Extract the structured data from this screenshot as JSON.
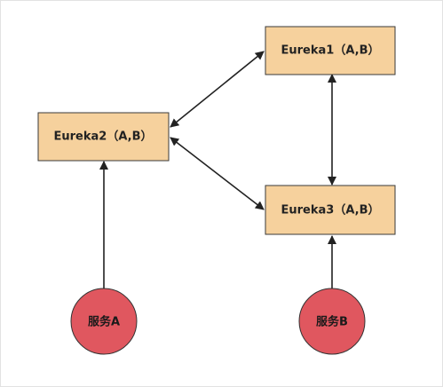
{
  "colors": {
    "background": "#ffffff",
    "frame": "#e2e2e2",
    "box_fill": "#f6d19d",
    "box_stroke": "#3a3a3a",
    "circle_fill": "#e0575f",
    "circle_stroke": "#333333",
    "arrow": "#222222"
  },
  "nodes": {
    "eureka1": "Eureka1（A,B）",
    "eureka2": "Eureka2（A,B）",
    "eureka3": "Eureka3（A,B）",
    "service_a": "服务A",
    "service_b": "服务B"
  },
  "edges": [
    {
      "from": "eureka1",
      "to": "eureka2",
      "direction": "both"
    },
    {
      "from": "eureka2",
      "to": "eureka3",
      "direction": "both"
    },
    {
      "from": "eureka1",
      "to": "eureka3",
      "direction": "both"
    },
    {
      "from": "service_a",
      "to": "eureka2",
      "direction": "forward"
    },
    {
      "from": "service_b",
      "to": "eureka3",
      "direction": "forward"
    }
  ]
}
